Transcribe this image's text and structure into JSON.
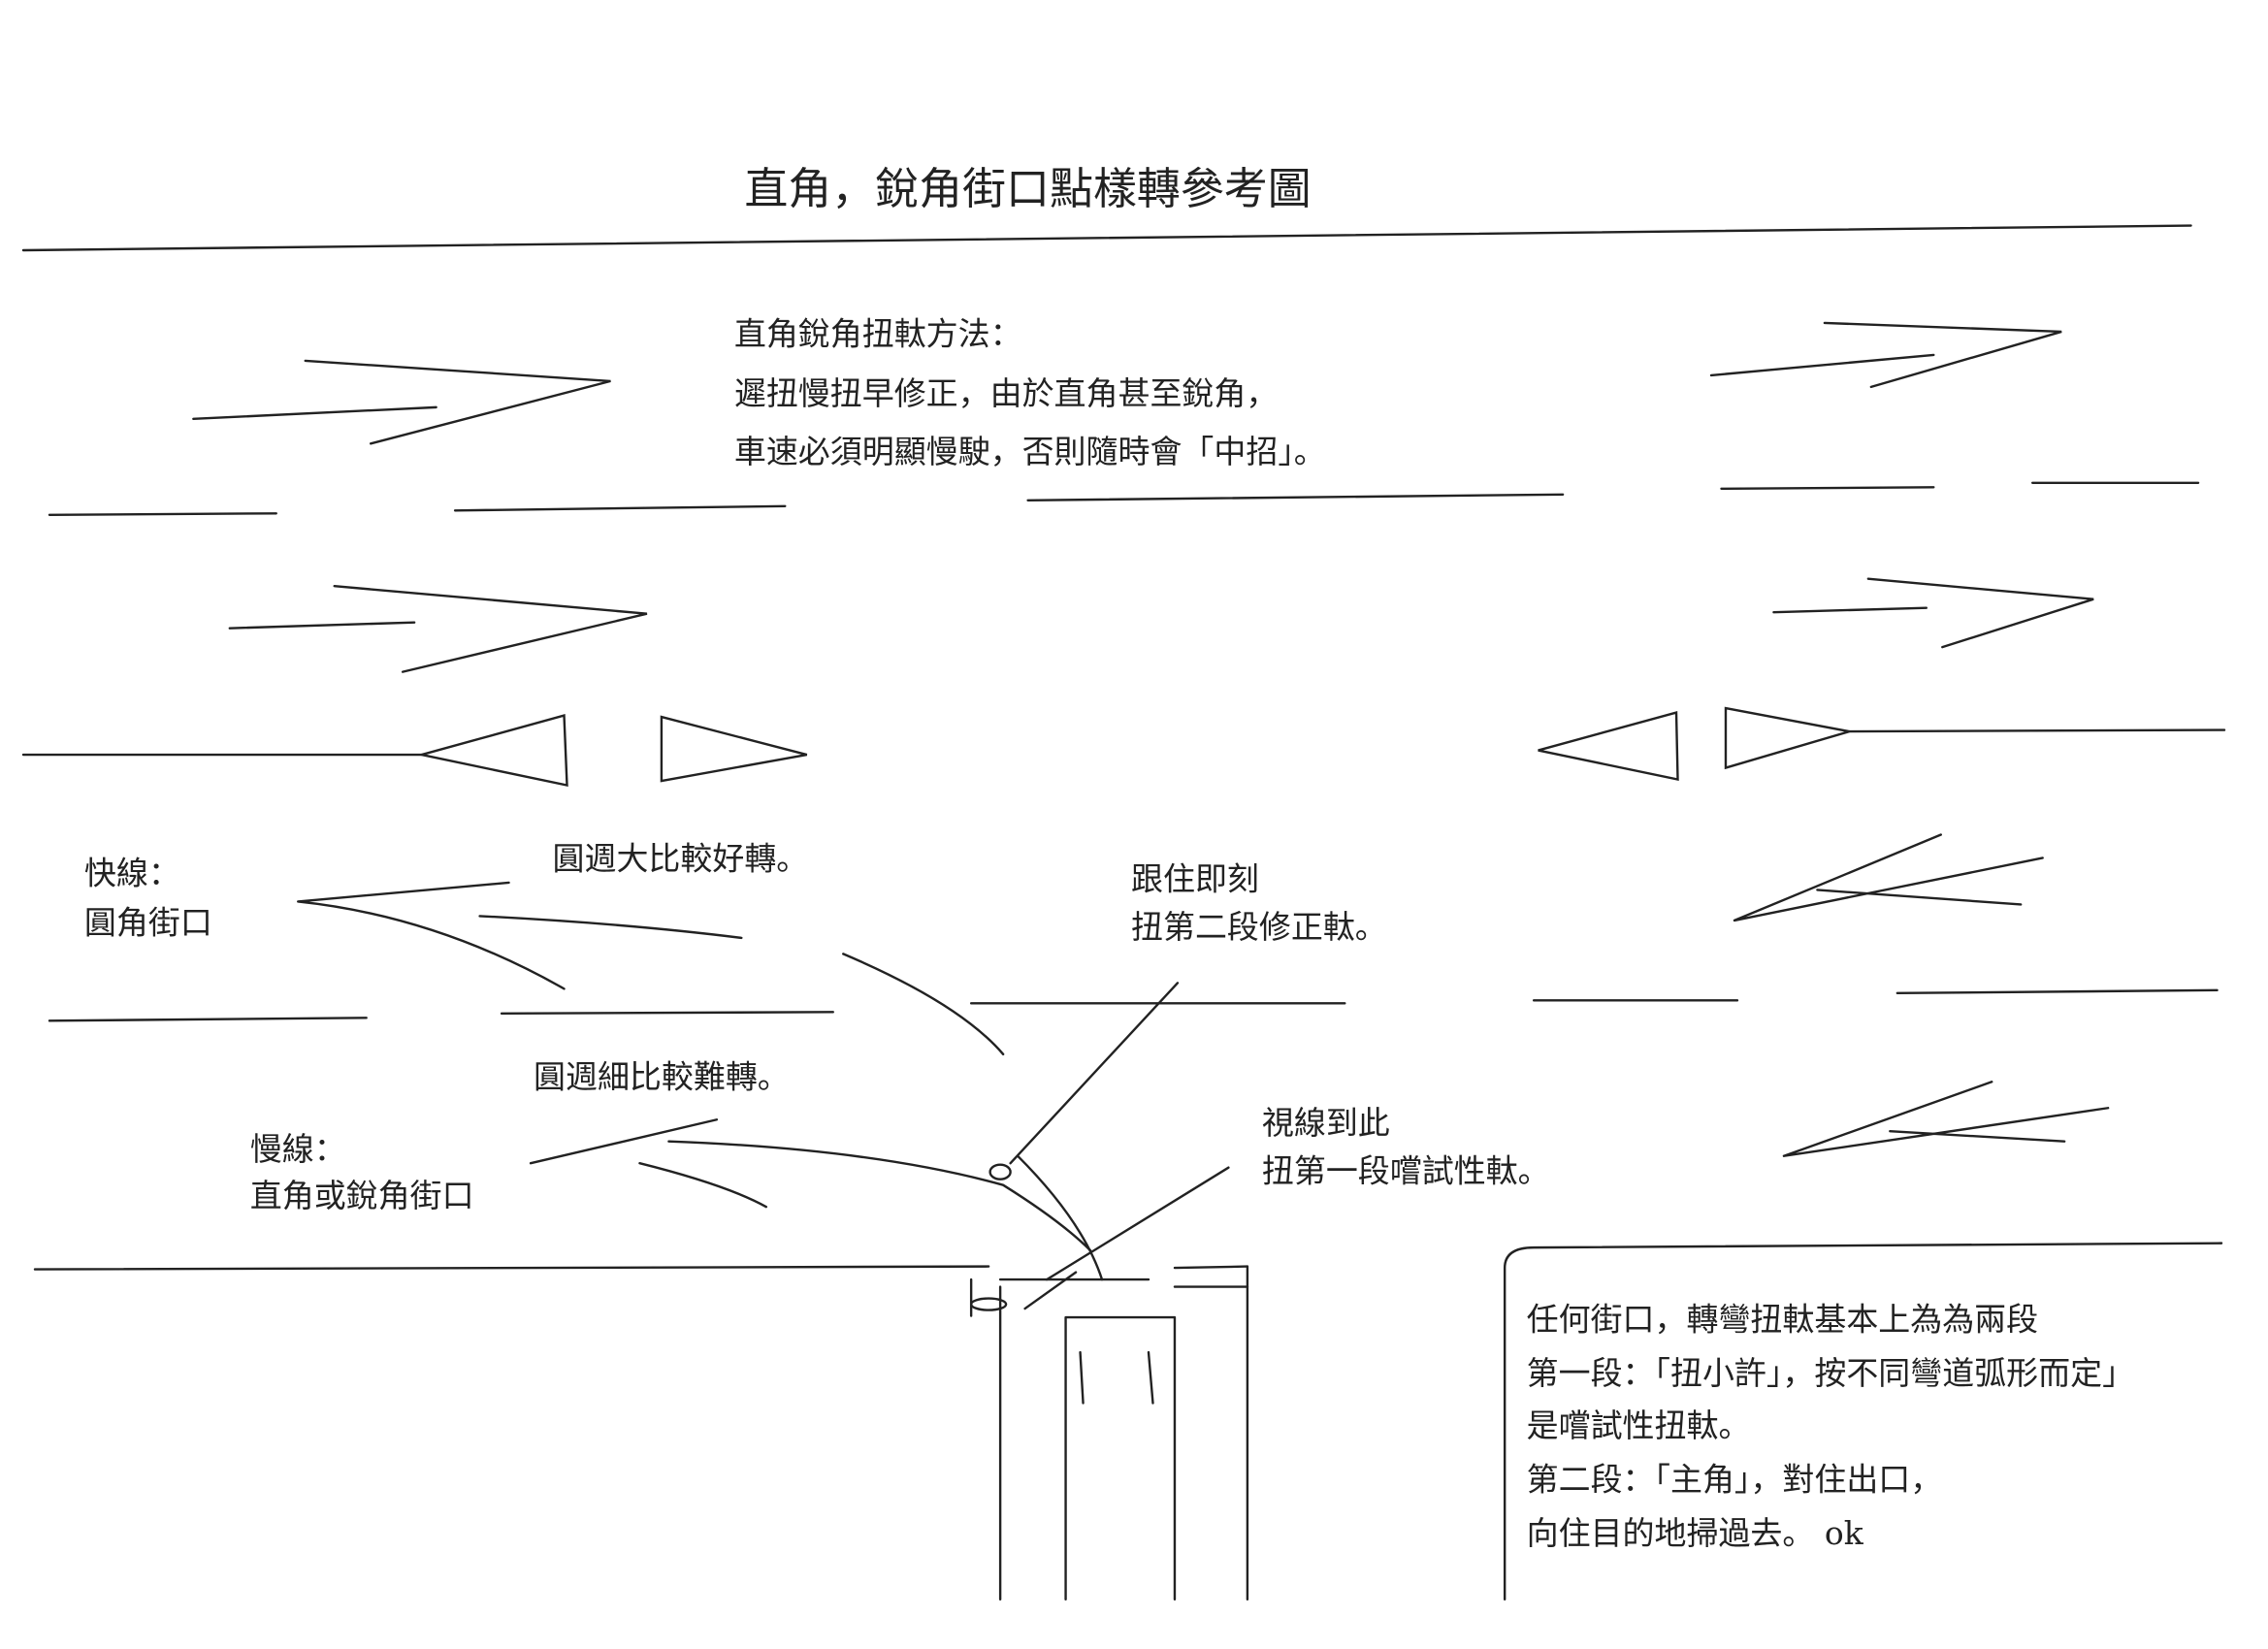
{
  "title": "直角，銳角街口點樣轉參考圖",
  "method": {
    "heading": "直角銳角扭軚方法：",
    "line1": "遲扭慢扭早修正，由於直角甚至銳角，",
    "line2": "車速必須明顯慢駛，否則隨時會「中招」。"
  },
  "labels": {
    "fast_lane_1": "快線：",
    "fast_lane_2": "圓角街口",
    "big_radius": "圓週大比較好轉。",
    "small_radius": "圓週細比較難轉。",
    "slow_lane_1": "慢線：",
    "slow_lane_2": "直角或銳角街口",
    "follow_1": "跟住即刻",
    "follow_2": "扭第二段修正軚。",
    "sight_1": "視線到此",
    "sight_2": "扭第一段嚐試性軚。"
  },
  "notes": [
    "任何街口，轉彎扭軚基本上為為兩段",
    "第一段：「扭小許」，按不同彎道弧形而定」",
    "是嚐試性扭軚。",
    "第二段：「主角」，對住出口，",
    "向住目的地掃過去。 ok"
  ]
}
